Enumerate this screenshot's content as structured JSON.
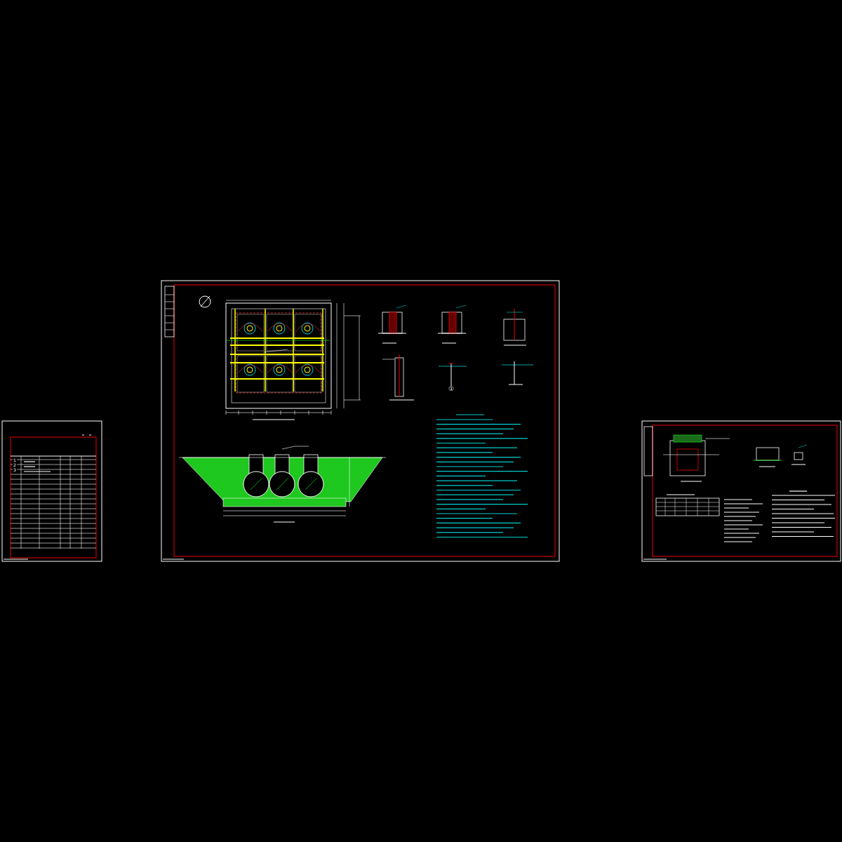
{
  "diagram": {
    "labels": [
      "1",
      "2",
      "3",
      "①"
    ]
  }
}
